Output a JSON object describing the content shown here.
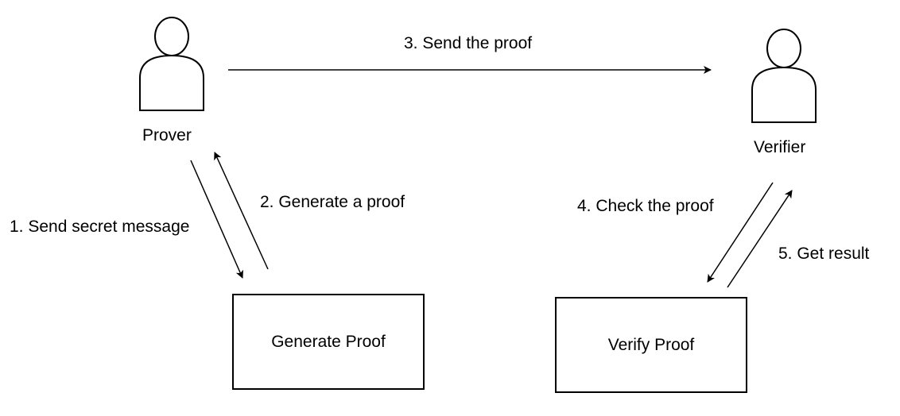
{
  "diagram": {
    "actors": {
      "prover": "Prover",
      "verifier": "Verifier"
    },
    "boxes": {
      "generate": "Generate Proof",
      "verify": "Verify Proof"
    },
    "steps": {
      "step1": "1. Send secret message",
      "step2": "2. Generate a proof",
      "step3": "3. Send the proof",
      "step4": "4. Check the proof",
      "step5": "5. Get result"
    },
    "colors": {
      "stroke": "#000000",
      "background": "#ffffff"
    }
  }
}
